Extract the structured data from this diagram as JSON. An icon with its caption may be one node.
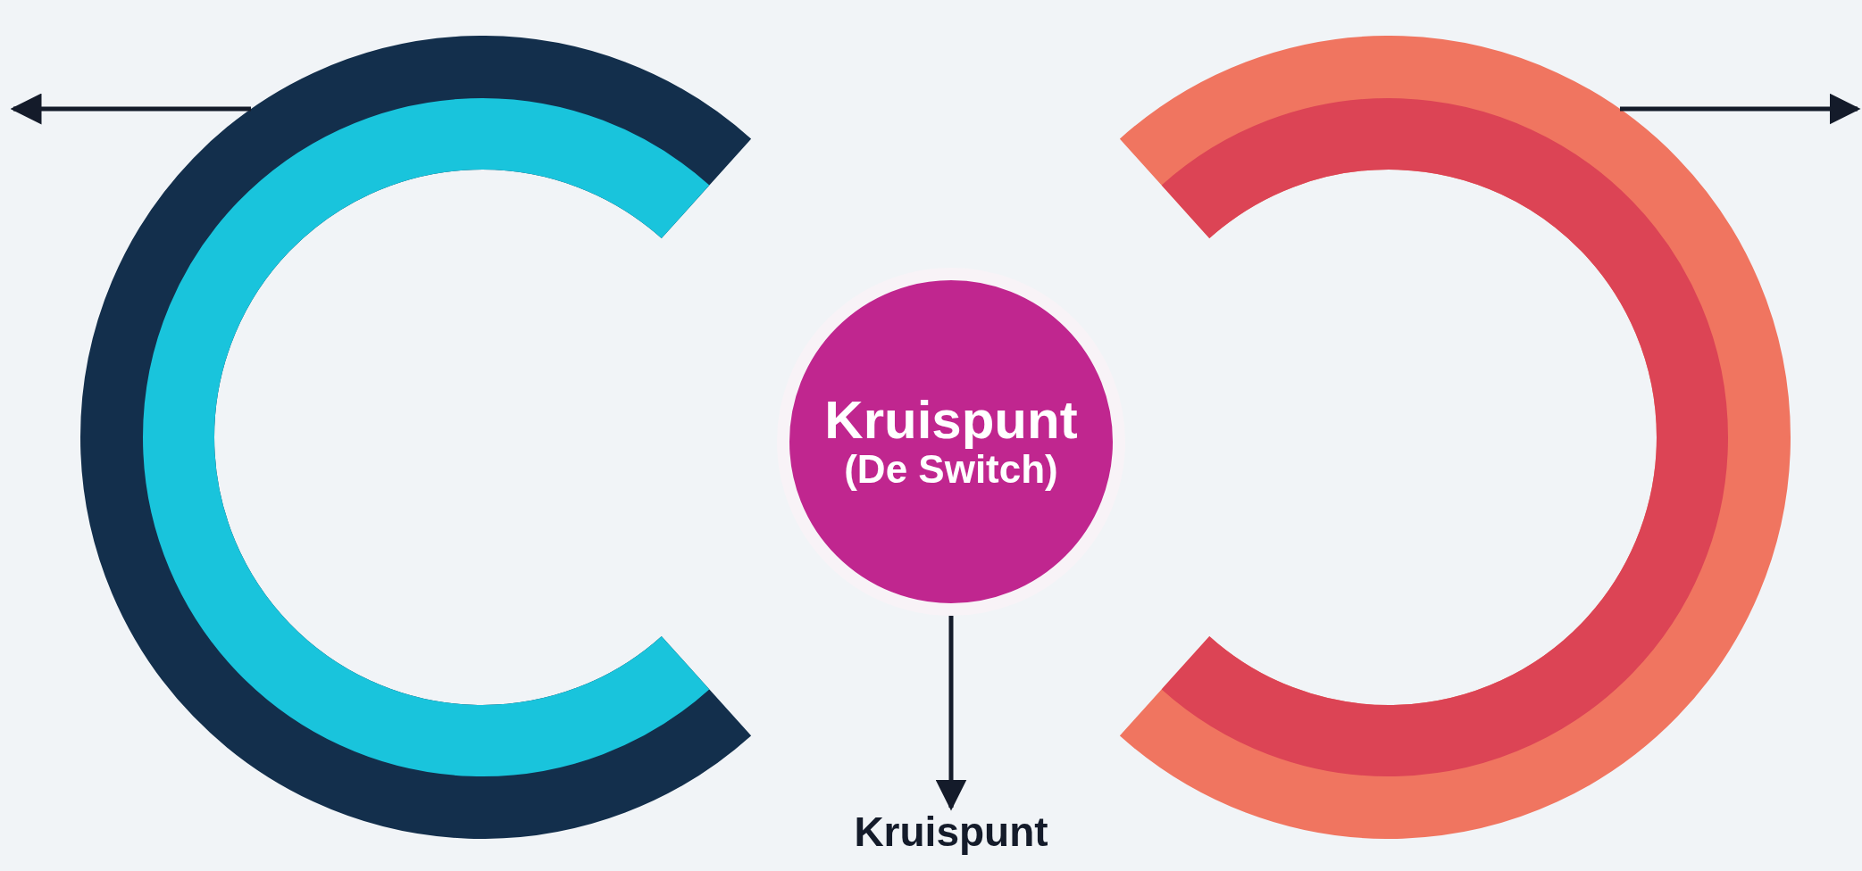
{
  "diagram": {
    "nodes": [
      {
        "text": [],
        "shape": "ring"
      },
      {
        "text": [
          "Kruispunt",
          "(De Switch)"
        ]
      },
      {
        "text": [],
        "shape": "ring"
      },
      {
        "text": [
          "Kruispunt"
        ]
      }
    ],
    "edges": [
      {
        "from": 0,
        "to": null,
        "arrow": "to"
      },
      {
        "from": 2,
        "to": null,
        "arrow": "to"
      },
      {
        "from": 1,
        "to": 3,
        "arrow": "to"
      }
    ]
  }
}
